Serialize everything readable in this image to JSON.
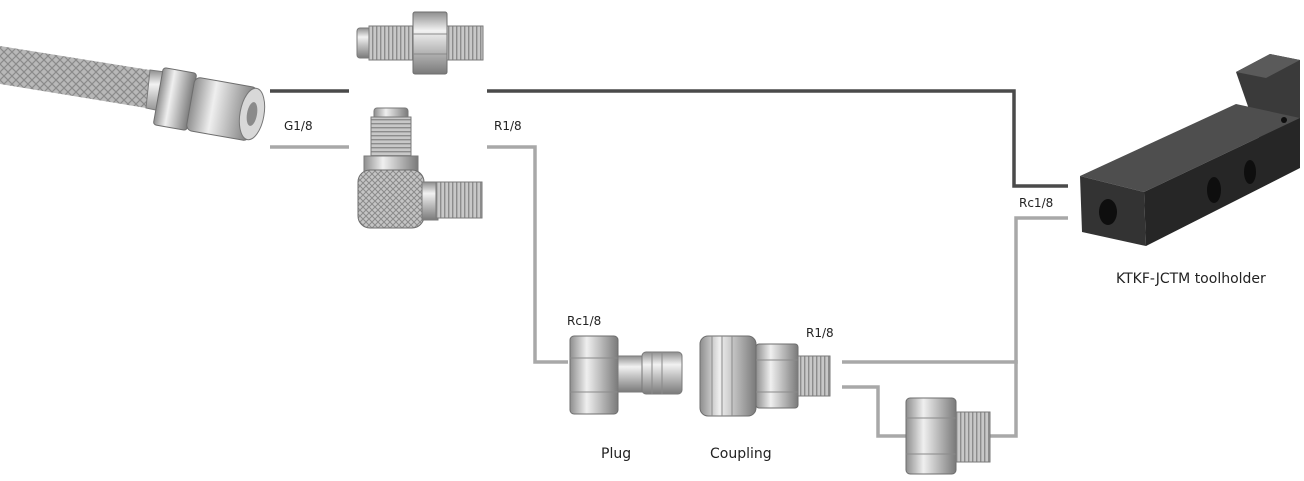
{
  "labels": {
    "thread_g18": "G1/8",
    "thread_r18_upper": "R1/8",
    "thread_rc18_plug": "Rc1/8",
    "thread_r18_coupling": "R1/8",
    "thread_rc18_toolholder": "Rc1/8"
  },
  "captions": {
    "toolholder": "KTKF-JCTM toolholder",
    "plug": "Plug",
    "coupling": "Coupling"
  },
  "colors": {
    "line_dark": "#4a4a4a",
    "line_light": "#a8a8a8",
    "metal_light": "#e4e4e4",
    "metal_mid": "#b4b4b4",
    "metal_dark": "#7e7e7e",
    "block": "#2c2c2c"
  }
}
